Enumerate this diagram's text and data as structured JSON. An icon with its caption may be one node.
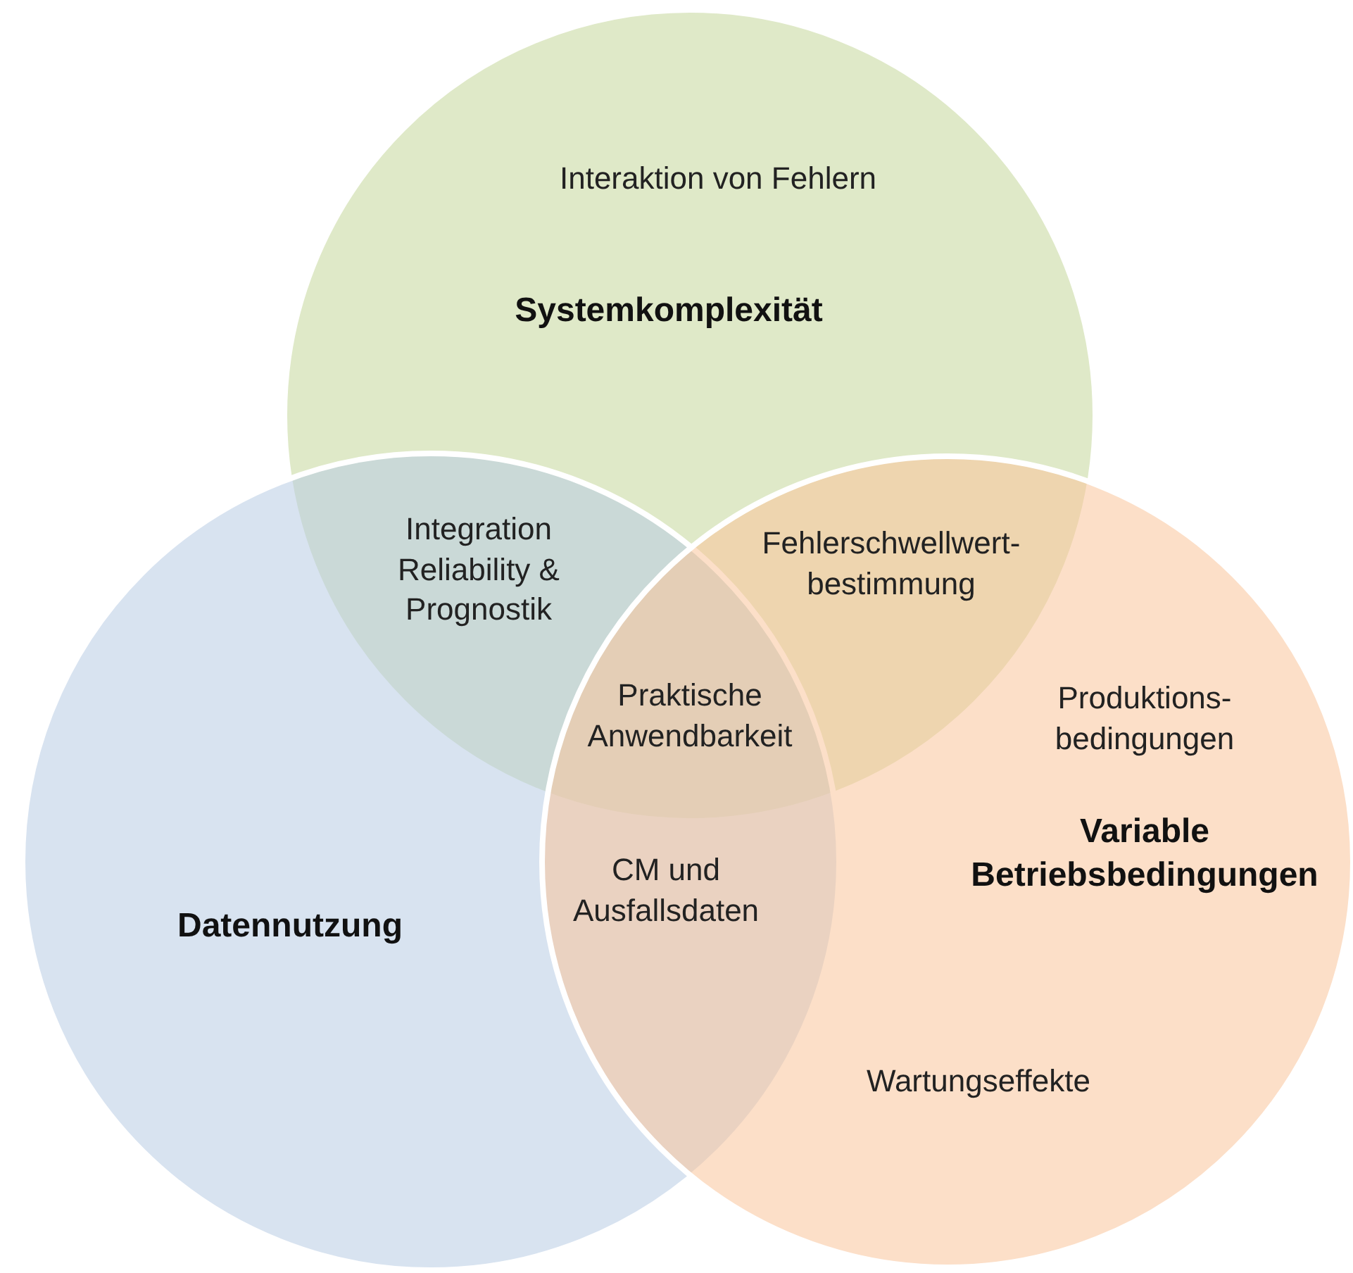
{
  "diagram": {
    "nodes": [
      {
        "text": [
          "Interaktion von Fehlern",
          "Systemkomplexität"
        ]
      },
      {
        "text": [
          "Datennutzung"
        ]
      },
      {
        "text": [
          "Produktions- bedingungen",
          "Variable Betriebsbedingungen",
          "Wartungseffekte"
        ]
      }
    ],
    "labels": [
      "Integration Reliability & Prognostik",
      "Fehlerschwellwert- bestimmung",
      "Praktische Anwendbarkeit",
      "CM und Ausfallsdaten"
    ]
  }
}
